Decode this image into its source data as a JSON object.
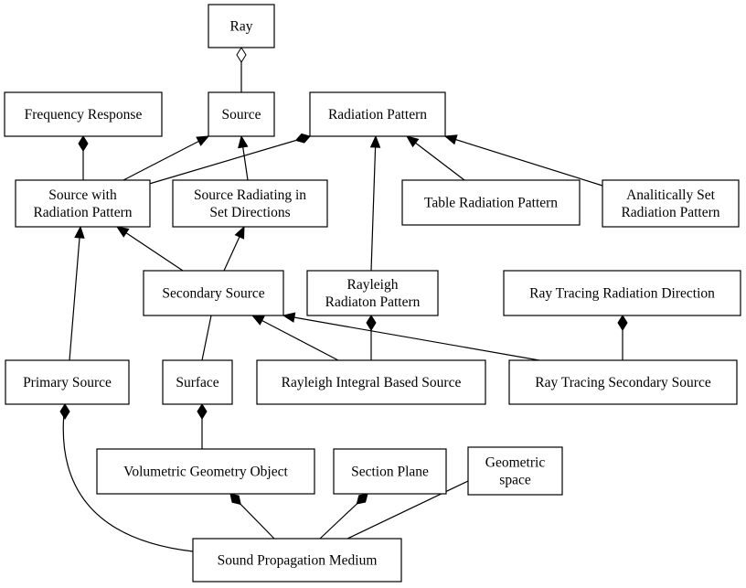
{
  "diagram": {
    "nodes": {
      "ray": "Ray",
      "frequency_response": "Frequency Response",
      "source": "Source",
      "radiation_pattern": "Radiation Pattern",
      "source_with_radiation_pattern": [
        "Source with",
        "Radiation Pattern"
      ],
      "source_radiating_in_set_directions": [
        "Source Radiating in",
        "Set Directions"
      ],
      "table_radiation_pattern": "Table Radiation Pattern",
      "analitically_set_radiation_pattern": [
        "Analitically Set",
        "Radiation Pattern"
      ],
      "secondary_source": "Secondary Source",
      "rayleigh_radiaton_pattern": [
        "Rayleigh",
        "Radiaton Pattern"
      ],
      "ray_tracing_radiation_direction": "Ray Tracing Radiation Direction",
      "primary_source": "Primary Source",
      "surface": "Surface",
      "rayleigh_integral_based_source": "Rayleigh Integral Based Source",
      "ray_tracing_secondary_source": "Ray Tracing Secondary Source",
      "volumetric_geometry_object": "Volumetric Geometry Object",
      "section_plane": "Section Plane",
      "geometric_space": [
        "Geometric",
        "space"
      ],
      "sound_propagation_medium": "Sound Propagation Medium"
    },
    "relations": [
      {
        "from": "source",
        "to": "ray",
        "kind": "aggregation"
      },
      {
        "from": "source_with_radiation_pattern",
        "to": "frequency_response",
        "kind": "composition"
      },
      {
        "from": "source_with_radiation_pattern",
        "to": "source",
        "kind": "inheritance"
      },
      {
        "from": "source_with_radiation_pattern",
        "to": "radiation_pattern",
        "kind": "composition"
      },
      {
        "from": "source_radiating_in_set_directions",
        "to": "source",
        "kind": "inheritance"
      },
      {
        "from": "table_radiation_pattern",
        "to": "radiation_pattern",
        "kind": "inheritance"
      },
      {
        "from": "analitically_set_radiation_pattern",
        "to": "radiation_pattern",
        "kind": "inheritance"
      },
      {
        "from": "rayleigh_radiaton_pattern",
        "to": "radiation_pattern",
        "kind": "inheritance"
      },
      {
        "from": "secondary_source",
        "to": "source_with_radiation_pattern",
        "kind": "inheritance"
      },
      {
        "from": "secondary_source",
        "to": "source_radiating_in_set_directions",
        "kind": "inheritance"
      },
      {
        "from": "primary_source",
        "to": "source_with_radiation_pattern",
        "kind": "inheritance"
      },
      {
        "from": "secondary_source",
        "to": "surface",
        "kind": "association"
      },
      {
        "from": "rayleigh_integral_based_source",
        "to": "secondary_source",
        "kind": "inheritance"
      },
      {
        "from": "rayleigh_integral_based_source",
        "to": "rayleigh_radiaton_pattern",
        "kind": "composition"
      },
      {
        "from": "ray_tracing_secondary_source",
        "to": "secondary_source",
        "kind": "inheritance"
      },
      {
        "from": "ray_tracing_secondary_source",
        "to": "ray_tracing_radiation_direction",
        "kind": "composition"
      },
      {
        "from": "volumetric_geometry_object",
        "to": "surface",
        "kind": "composition"
      },
      {
        "from": "sound_propagation_medium",
        "to": "primary_source",
        "kind": "composition"
      },
      {
        "from": "sound_propagation_medium",
        "to": "volumetric_geometry_object",
        "kind": "composition"
      },
      {
        "from": "sound_propagation_medium",
        "to": "section_plane",
        "kind": "composition"
      },
      {
        "from": "sound_propagation_medium",
        "to": "geometric_space",
        "kind": "association"
      }
    ]
  }
}
